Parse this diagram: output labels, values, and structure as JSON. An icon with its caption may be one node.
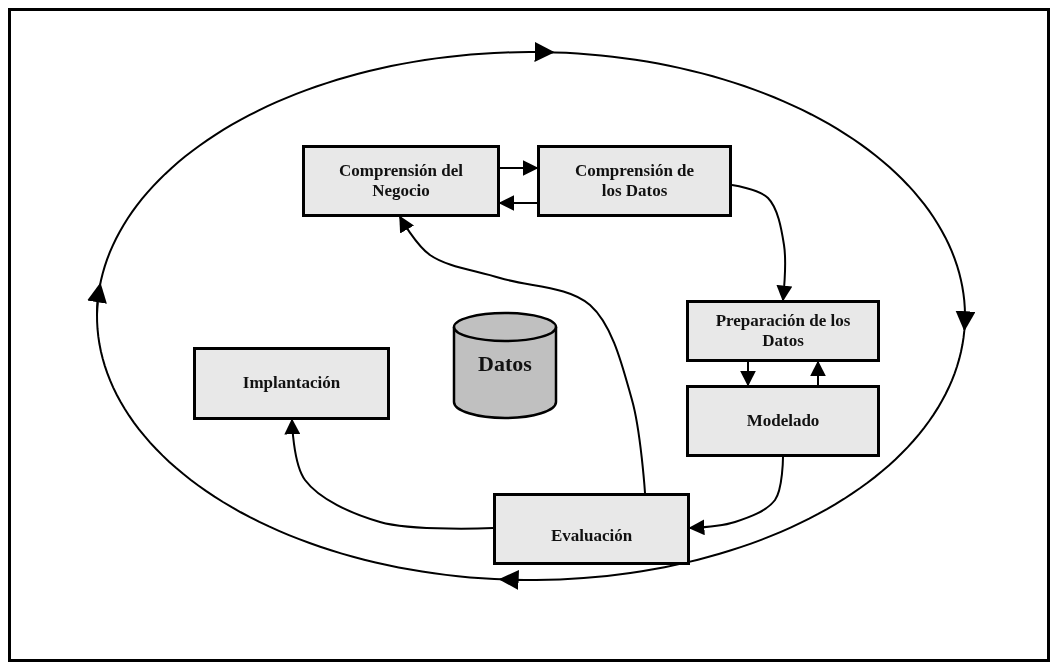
{
  "diagram": {
    "nodes": [
      {
        "text": [
          "Comprensión del Negocio"
        ]
      },
      {
        "text": [
          "Comprensión de los Datos"
        ]
      },
      {
        "text": [
          "Preparación de los Datos"
        ]
      },
      {
        "text": [
          "Modelado"
        ]
      },
      {
        "text": [
          "Implantación"
        ]
      },
      {
        "text": [
          "Evaluación"
        ]
      },
      {
        "text": [
          "Datos"
        ]
      }
    ],
    "edges": [
      {
        "from": 0,
        "to": 1,
        "arrow": "to"
      },
      {
        "from": 1,
        "to": 0,
        "arrow": "to"
      },
      {
        "from": 1,
        "to": 2,
        "arrow": "to"
      },
      {
        "from": 2,
        "to": 3,
        "arrow": "to"
      },
      {
        "from": 3,
        "to": 2,
        "arrow": "to"
      },
      {
        "from": 3,
        "to": 5,
        "arrow": "to"
      },
      {
        "from": 5,
        "to": 4,
        "arrow": "to"
      },
      {
        "from": 5,
        "to": 0,
        "arrow": "to"
      }
    ]
  }
}
